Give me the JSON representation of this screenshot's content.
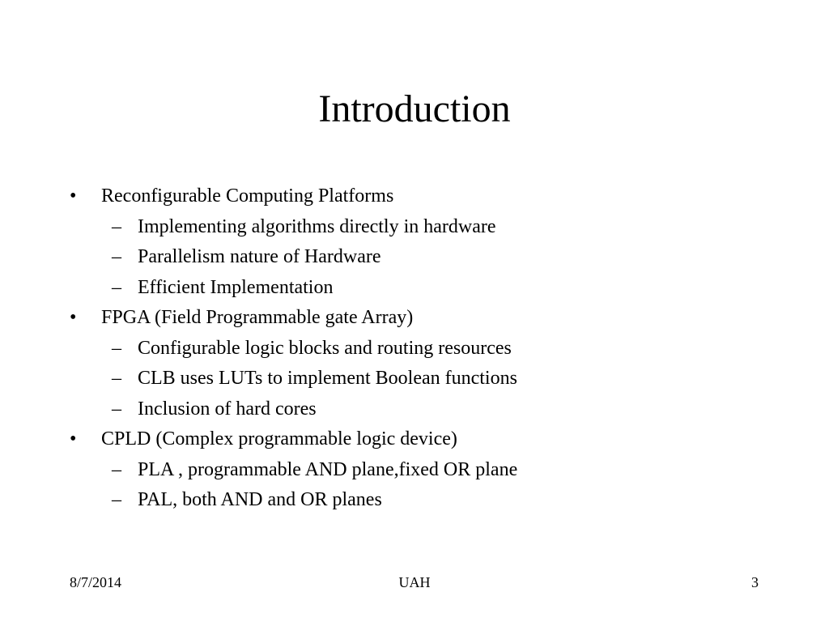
{
  "slide": {
    "title": "Introduction",
    "bullets": [
      {
        "text": "Reconfigurable Computing Platforms",
        "subitems": [
          "Implementing algorithms directly in hardware",
          "Parallelism nature of Hardware",
          "Efficient Implementation"
        ]
      },
      {
        "text": "FPGA (Field Programmable gate Array)",
        "subitems": [
          "Configurable logic blocks and routing resources",
          "CLB uses LUTs to implement Boolean functions",
          "Inclusion of hard cores"
        ]
      },
      {
        "text": "CPLD (Complex programmable logic device)",
        "subitems": [
          "PLA , programmable AND plane,fixed OR plane",
          "PAL, both AND and OR planes"
        ]
      }
    ]
  },
  "markers": {
    "bullet": "•",
    "dash": "–"
  },
  "footer": {
    "date": "8/7/2014",
    "center": "UAH",
    "page_number": "3"
  }
}
